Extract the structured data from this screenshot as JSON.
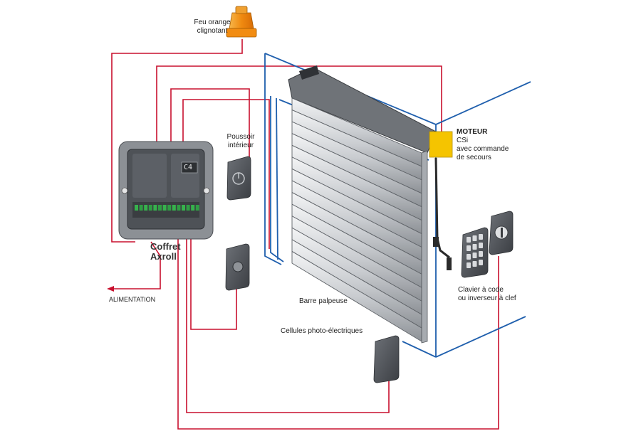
{
  "labels": {
    "warning_light_line1": "Feu orange",
    "warning_light_line2": "clignotant",
    "inner_button_line1": "Poussoir",
    "inner_button_line2": "intérieur",
    "motor_title": "MOTEUR",
    "motor_line2": "CSi",
    "motor_line3": "avec commande",
    "motor_line4": "de secours",
    "control_box_line1": "Coffret",
    "control_box_line2": "Axroll",
    "power_supply": "ALIMENTATION",
    "safety_edge": "Barre palpeuse",
    "photo_cells": "Cellules photo-électriques",
    "keypad_line1": "Clavier à code",
    "keypad_line2": "ou inverseur à clef",
    "display_text": "C4"
  },
  "colors": {
    "wire": "#c8102e",
    "frame": "#1f5fad",
    "housing": "#7b7f84",
    "device_dark": "#4a4d52",
    "warning_light": "#f39a1c",
    "motor_tag": "#f5c400"
  }
}
